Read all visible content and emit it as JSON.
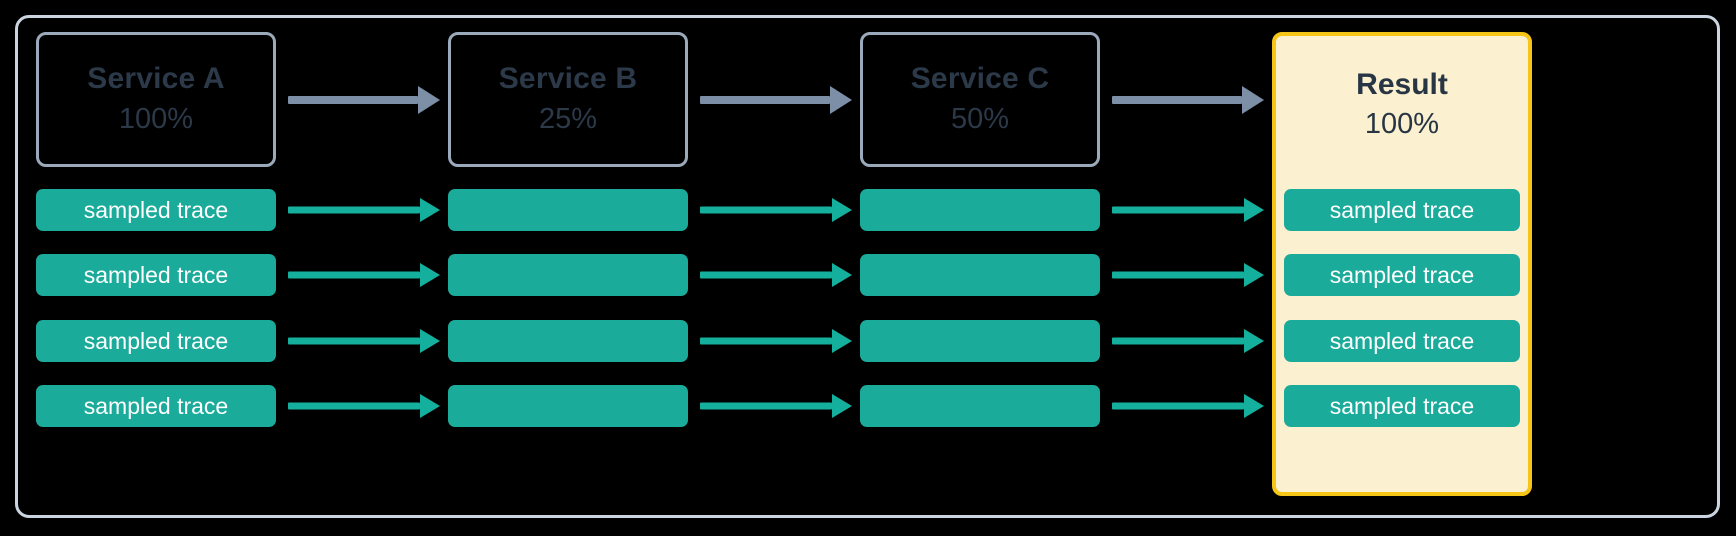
{
  "diagram": {
    "title_text": "",
    "colors": {
      "background": "#000000",
      "frame_border": "#cbd5e1",
      "service_border": "#9aaabb",
      "service_text": "#2b3949",
      "trace_fill": "#1aab9b",
      "trace_text": "#ffffff",
      "arrow_gray": "#7c8fa6",
      "arrow_teal": "#14b09d",
      "result_border": "#f5c518",
      "result_fill": "#fbf0cf",
      "result_text": "#273544"
    },
    "services": [
      {
        "name": "Service A",
        "rate": "100%"
      },
      {
        "name": "Service B",
        "rate": "25%"
      },
      {
        "name": "Service C",
        "rate": "50%"
      }
    ],
    "result": {
      "name": "Result",
      "rate": "100%"
    },
    "trace_label": "sampled trace",
    "columns": [
      {
        "key": "service-a",
        "labeled": true,
        "traces": [
          "sampled trace",
          "sampled trace",
          "sampled trace",
          "sampled trace"
        ]
      },
      {
        "key": "service-b",
        "labeled": false,
        "traces": [
          "",
          "",
          "",
          ""
        ]
      },
      {
        "key": "service-c",
        "labeled": false,
        "traces": [
          "",
          "",
          "",
          ""
        ]
      },
      {
        "key": "result",
        "labeled": true,
        "traces": [
          "sampled trace",
          "sampled trace",
          "sampled trace",
          "sampled trace"
        ]
      }
    ],
    "arrows": {
      "header_count": 3,
      "trace_row_count": 4,
      "header_style": "gray-solid-arrow",
      "trace_style": "teal-solid-arrow"
    }
  }
}
